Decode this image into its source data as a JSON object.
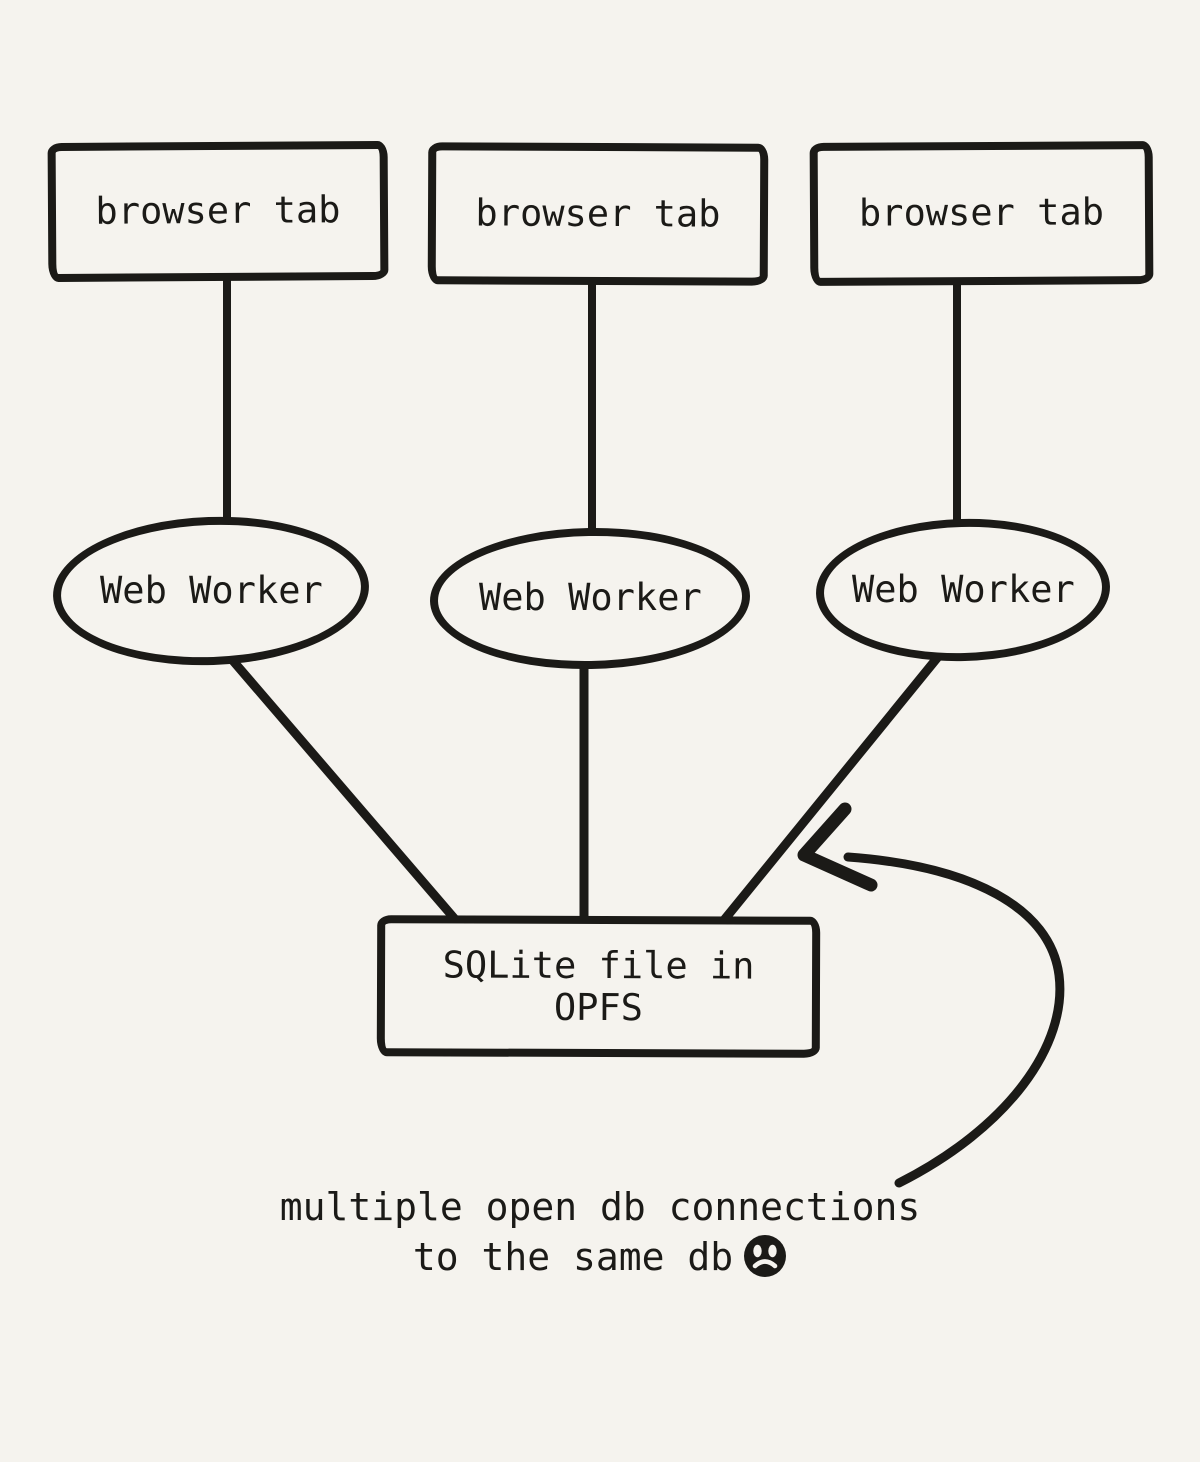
{
  "colors": {
    "background": "#f5f3ee",
    "ink": "#1b1a17"
  },
  "diagram": {
    "nodes": {
      "browser_tabs": [
        {
          "label": "browser tab"
        },
        {
          "label": "browser tab"
        },
        {
          "label": "browser tab"
        }
      ],
      "web_workers": [
        {
          "label": "Web Worker"
        },
        {
          "label": "Web Worker"
        },
        {
          "label": "Web Worker"
        }
      ],
      "sqlite_file": {
        "line1": "SQLite file in",
        "line2": "OPFS"
      }
    },
    "edges": [
      "browser-tab-1 to web-worker-1",
      "browser-tab-2 to web-worker-2",
      "browser-tab-3 to web-worker-3",
      "web-worker-1 to sqlite-file",
      "web-worker-2 to sqlite-file",
      "web-worker-3 to sqlite-file"
    ],
    "annotation_arrow_target": "web-worker-3 to sqlite-file connection"
  },
  "caption": {
    "line1": "multiple open db connections",
    "line2": "to the same db",
    "icon": "sad-face-icon"
  }
}
